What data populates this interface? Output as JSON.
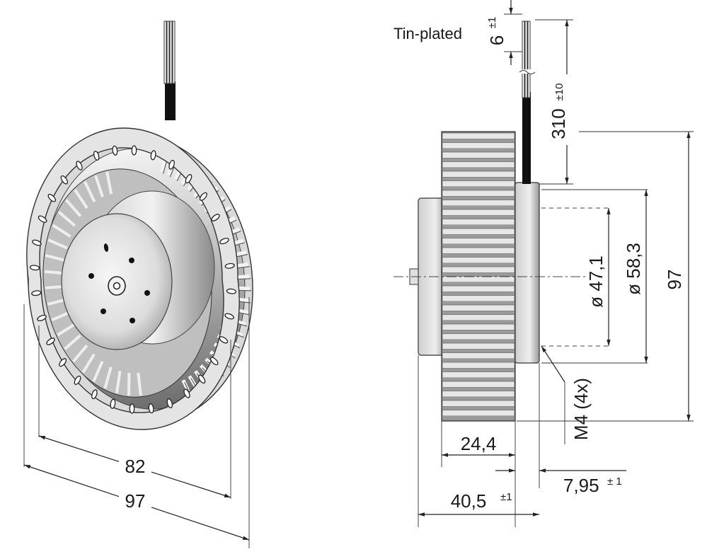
{
  "labels": {
    "tin_plated": "Tin-plated",
    "lead_strip": "6",
    "lead_strip_tol": "±1",
    "lead_length": "310",
    "lead_length_tol": "±10",
    "inner_diameter": "82",
    "outer_diameter": "97",
    "side_height": "97",
    "dia_47": "ø 47,1",
    "dia_58": "ø 58,3",
    "thread": "M4 (4x)",
    "wheel_width": "24,4",
    "flange_offset": "7,95",
    "flange_offset_tol": "± 1",
    "total_depth": "40,5",
    "total_depth_tol": "±1"
  },
  "colors": {
    "metal_light": "#e6e6e6",
    "metal_mid": "#b9b9b9",
    "metal_dark": "#6f6f6f",
    "line": "#222222",
    "cable": "#111111"
  }
}
